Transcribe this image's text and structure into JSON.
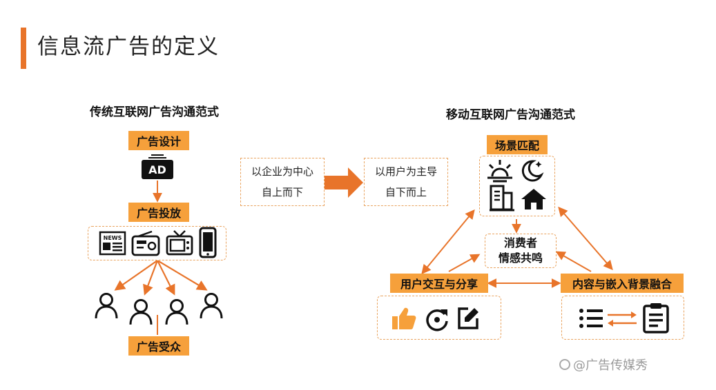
{
  "title": "信息流广告的定义",
  "traditional": {
    "heading": "传统互联网广告沟通范式",
    "design_tag": "广告设计",
    "ad_icon_text": "AD",
    "placement_tag": "广告投放",
    "audience_tag": "广告受众",
    "media_icons": [
      "newspaper-icon",
      "radio-icon",
      "tv-icon",
      "phone-icon"
    ]
  },
  "transition": {
    "from_line1": "以企业为中心",
    "from_line2": "自上而下",
    "to_line1": "以用户为主导",
    "to_line2": "自下而上"
  },
  "mobile": {
    "heading": "移动互联网广告沟通范式",
    "scene_tag": "场景匹配",
    "consumer_line1": "消费者",
    "consumer_line2": "情感共鸣",
    "interaction_tag": "用户交互与分享",
    "content_tag": "内容与嵌入背景融合"
  },
  "watermark": "@广告传媒秀",
  "colors": {
    "accent": "#E8742A",
    "tag": "#F6A03B",
    "dash": "#E9A25D"
  }
}
